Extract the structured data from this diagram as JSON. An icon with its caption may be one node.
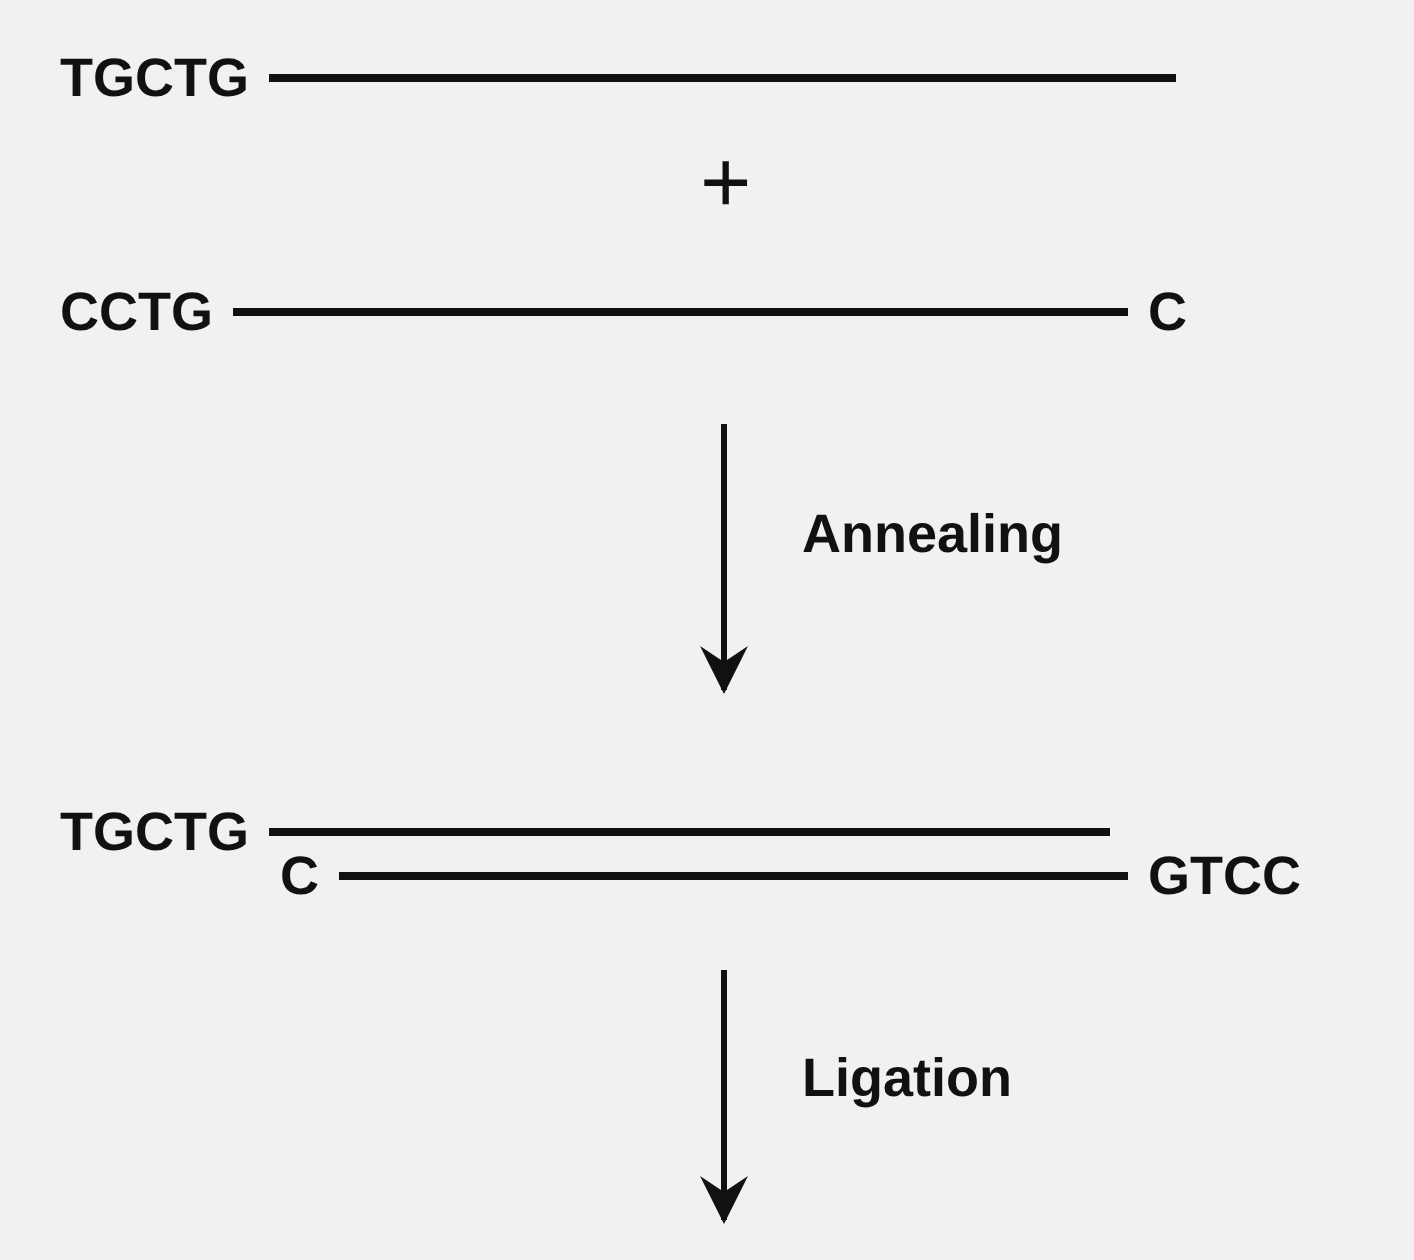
{
  "diagram": {
    "nodes": [
      {
        "text": [
          "TGCTG"
        ]
      },
      {
        "text": [
          "CCTG"
        ]
      },
      {
        "text": [
          "C"
        ]
      },
      {
        "text": [
          "TGCTG"
        ]
      },
      {
        "text": [
          "C"
        ]
      },
      {
        "text": [
          "GTCC"
        ]
      }
    ],
    "edges": [
      {
        "from": 0,
        "to": null,
        "arrow": "none"
      },
      {
        "from": 1,
        "to": 2,
        "arrow": "none"
      },
      {
        "from": 3,
        "to": null,
        "arrow": "none"
      },
      {
        "from": 4,
        "to": 5,
        "arrow": "none"
      }
    ],
    "labels": [
      "+",
      "Annealing",
      "Ligation"
    ]
  }
}
